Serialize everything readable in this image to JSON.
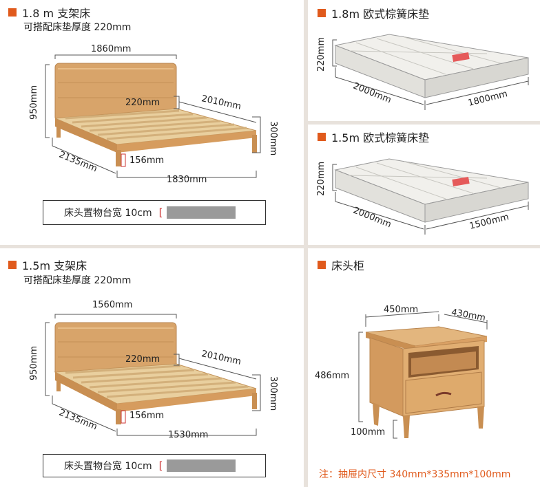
{
  "bed18": {
    "title": "1.8 m 支架床",
    "subtitle": "可搭配床垫厚度 220mm",
    "width_top": "1860mm",
    "height": "950mm",
    "headboard_gap": "220mm",
    "length": "2010mm",
    "side_height": "300mm",
    "leg": "156mm",
    "diag": "2135mm",
    "width_bottom": "1830mm",
    "shelf_label": "床头置物台宽 10cm",
    "shelf_bracket": "["
  },
  "mattress18": {
    "title": "1.8m 欧式棕簧床垫",
    "thickness": "220mm",
    "length": "2000mm",
    "width": "1800mm"
  },
  "mattress15": {
    "title": "1.5m 欧式棕簧床垫",
    "thickness": "220mm",
    "length": "2000mm",
    "width": "1500mm"
  },
  "bed15": {
    "title": "1.5m 支架床",
    "subtitle": "可搭配床垫厚度 220mm",
    "width_top": "1560mm",
    "height": "950mm",
    "headboard_gap": "220mm",
    "length": "2010mm",
    "side_height": "300mm",
    "leg": "156mm",
    "diag": "2135mm",
    "width_bottom": "1530mm",
    "shelf_label": "床头置物台宽 10cm",
    "shelf_bracket": "["
  },
  "nightstand": {
    "title": "床头柜",
    "width": "450mm",
    "depth": "430mm",
    "height": "486mm",
    "leg": "100mm",
    "note": "注：抽屉内尺寸 340mm*335mm*100mm"
  },
  "colors": {
    "accent": "#e05a1c",
    "wood": "#d9a66a",
    "background": "#e8e2dc"
  }
}
